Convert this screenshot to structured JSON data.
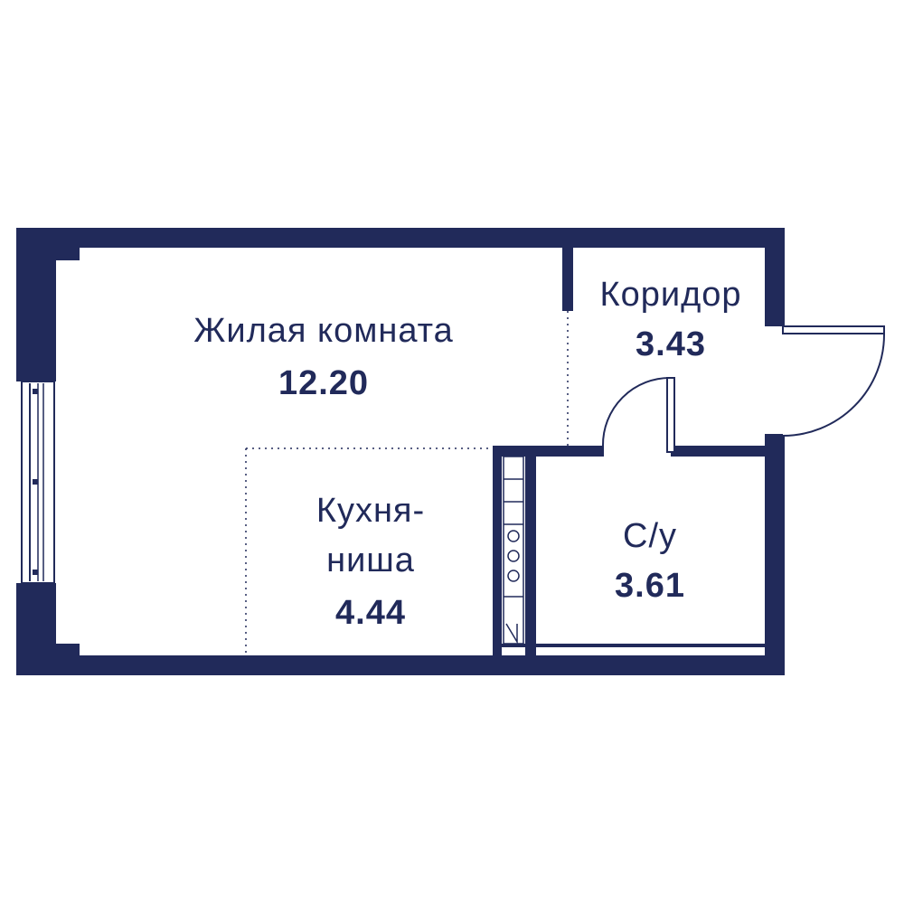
{
  "colors": {
    "wall": "#212a5a",
    "background": "#ffffff",
    "text": "#212a5a"
  },
  "rooms": {
    "living": {
      "name": "Жилая комната",
      "area": "12.20"
    },
    "corridor": {
      "name": "Коридор",
      "area": "3.43"
    },
    "kitchen": {
      "name_line1": "Кухня-",
      "name_line2": "ниша",
      "area": "4.44"
    },
    "bathroom": {
      "name": "С/у",
      "area": "3.61"
    }
  }
}
